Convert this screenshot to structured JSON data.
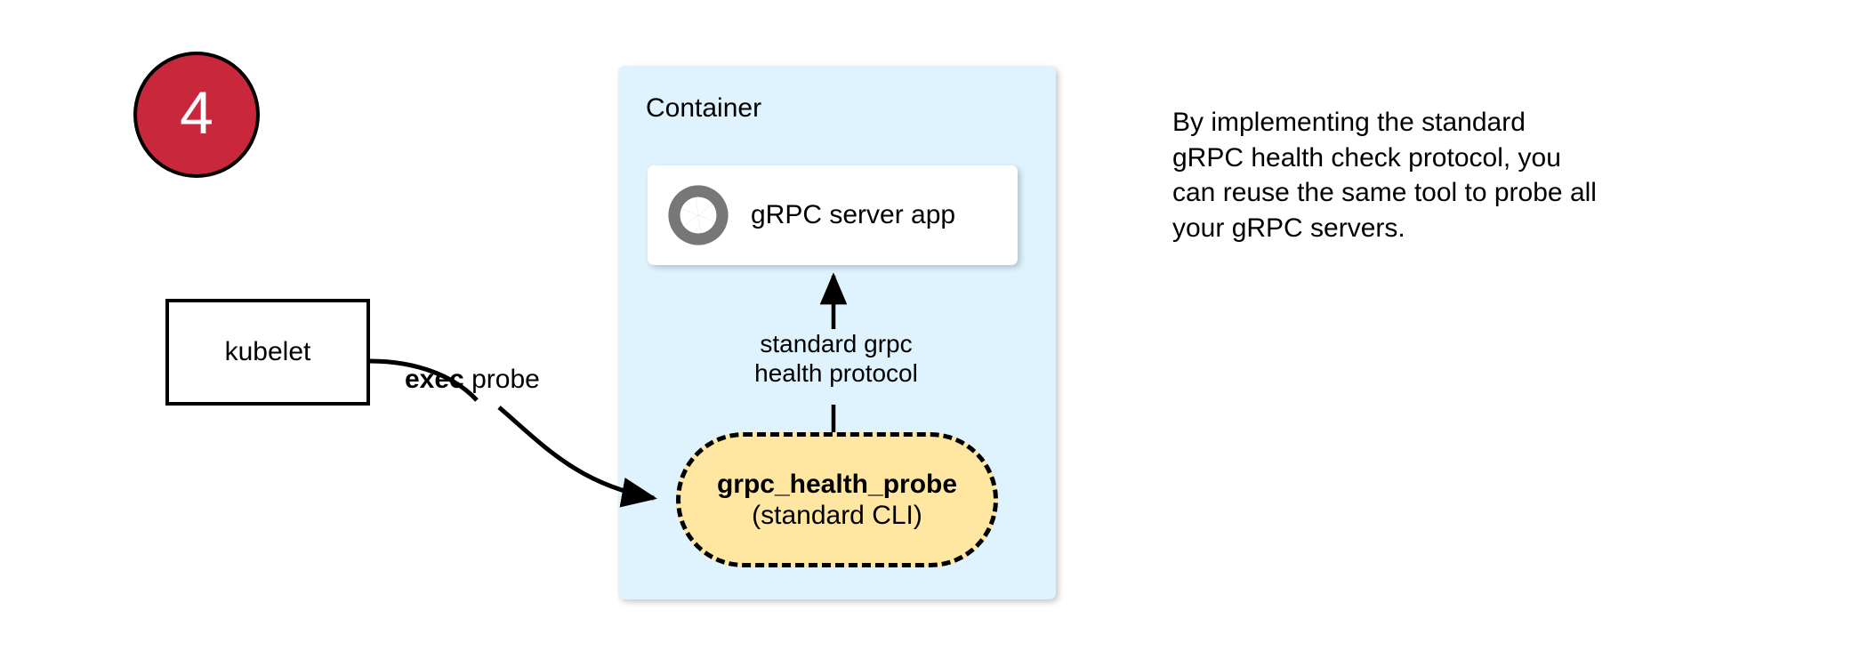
{
  "step": {
    "number": "4"
  },
  "nodes": {
    "kubelet": {
      "label": "kubelet"
    },
    "container": {
      "label": "Container"
    },
    "server_app": {
      "label": "gRPC server app",
      "icon": "grpc-logo-icon"
    },
    "probe": {
      "title": "grpc_health_probe",
      "subtitle": "(standard CLI)"
    }
  },
  "edges": {
    "exec_probe": {
      "label_bold": "exec",
      "label_rest": " probe"
    },
    "health_protocol": {
      "line1": "standard grpc",
      "line2": "health protocol"
    }
  },
  "note": {
    "line1": "By implementing the standard",
    "line2": "gRPC health check protocol, you",
    "line3": "can reuse the same tool to probe all",
    "line4": "your gRPC servers."
  },
  "colors": {
    "badge_fill": "#C9273C",
    "badge_text": "#FFFFFF",
    "container_fill": "#DEF3FD",
    "card_fill": "#FFFFFF",
    "probe_fill": "#FFE7A2",
    "icon_gray": "#777777",
    "stroke": "#000000"
  }
}
